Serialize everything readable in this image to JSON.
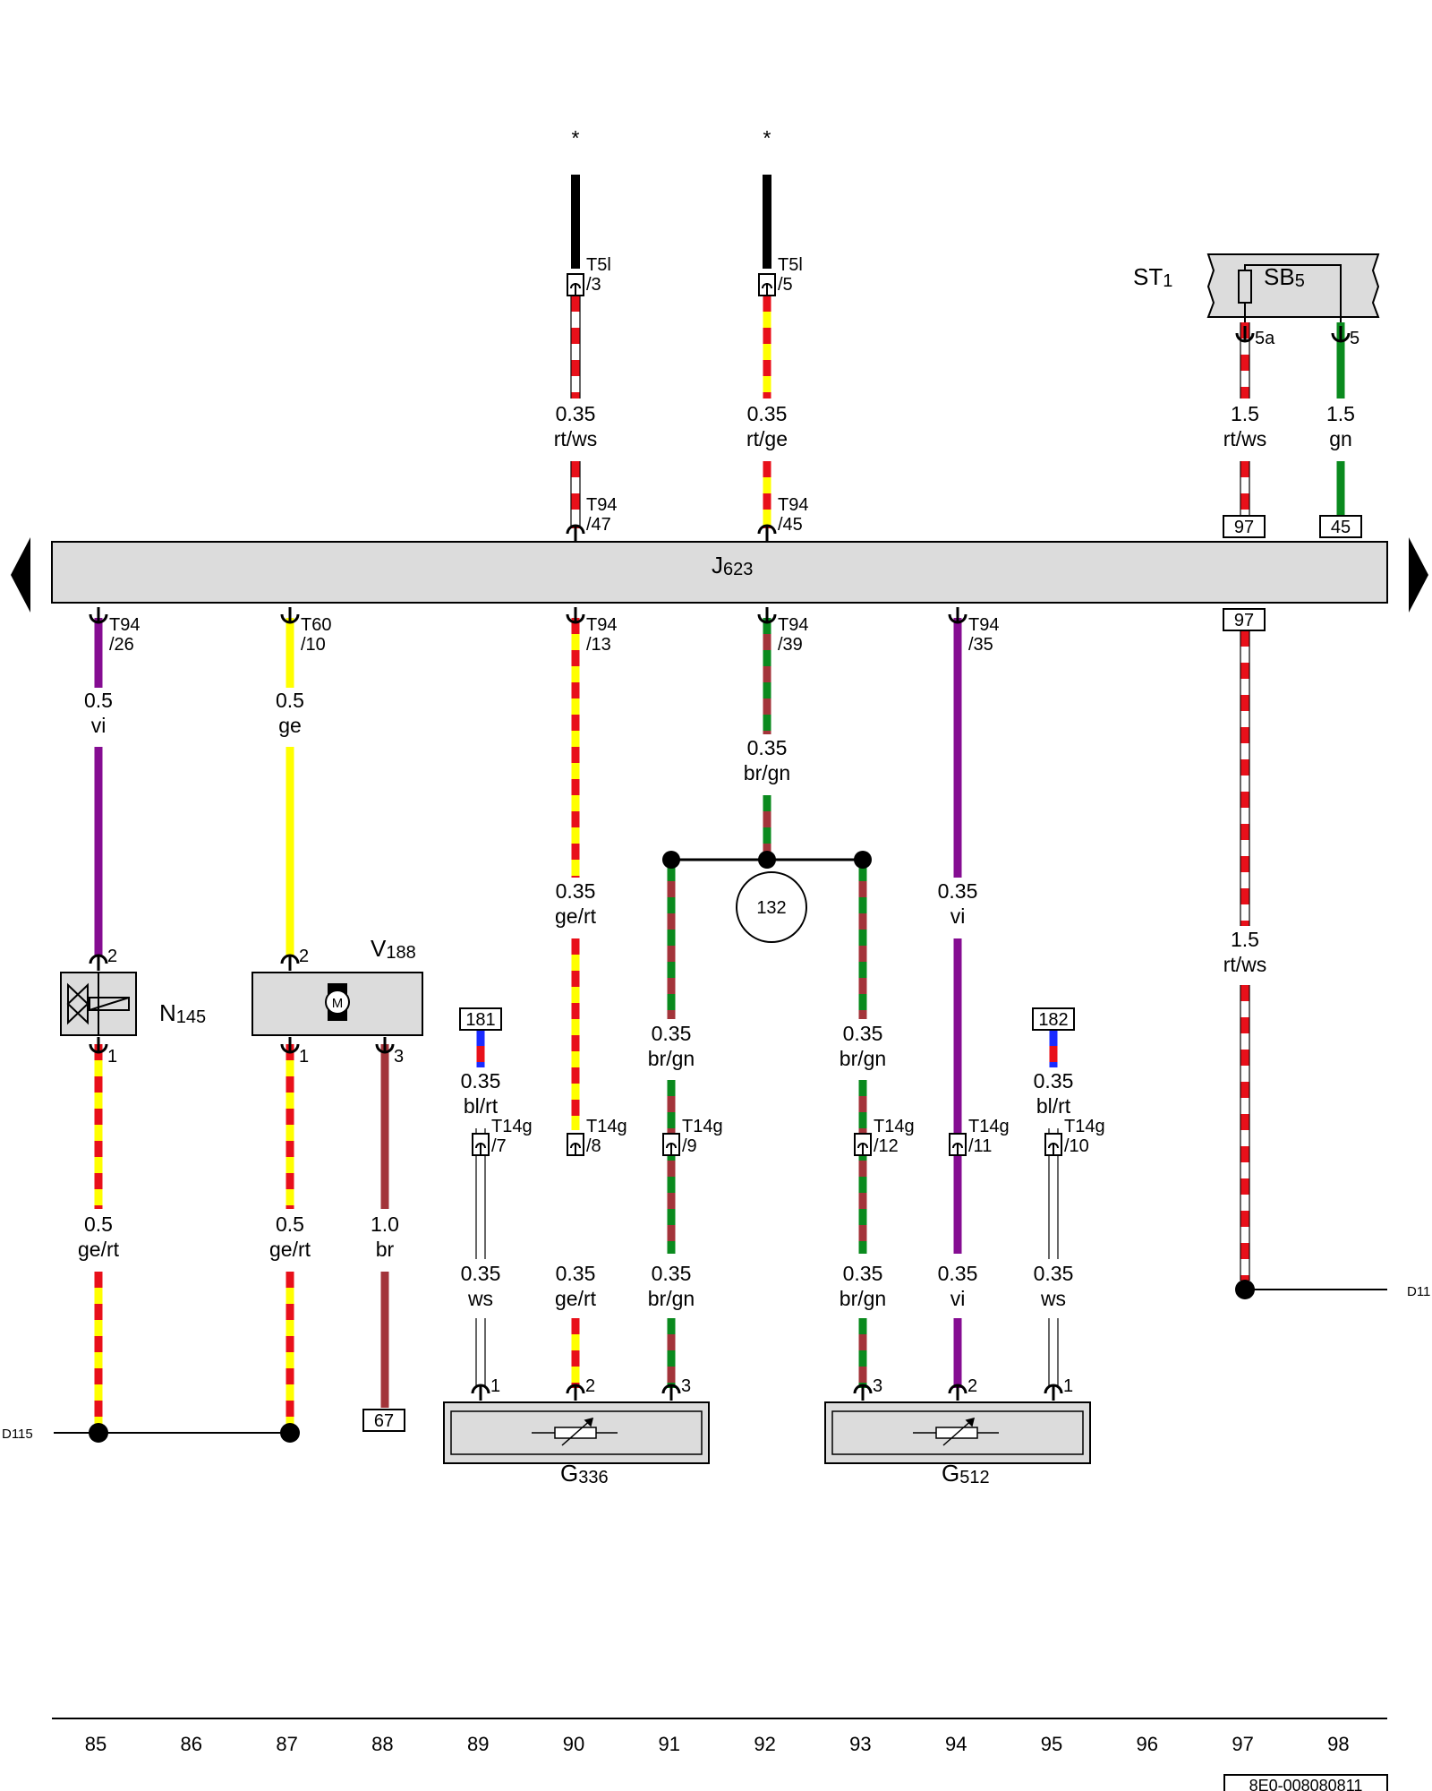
{
  "diagram_id": "8E0-008080811",
  "control_unit": {
    "name": "J",
    "sub": "623"
  },
  "relay_box": {
    "name": "ST",
    "sub": "1",
    "fuse_name": "SB",
    "fuse_sub": "5"
  },
  "components": {
    "n145": {
      "name": "N",
      "sub": "145"
    },
    "v188": {
      "name": "V",
      "sub": "188",
      "motor": "M"
    },
    "g336": {
      "name": "G",
      "sub": "336"
    },
    "g512": {
      "name": "G",
      "sub": "512"
    },
    "junction": "132"
  },
  "refs": {
    "d115": "D115",
    "d11": "D11",
    "r67": "67",
    "r97a": "97",
    "r45": "45",
    "r97b": "97",
    "r181": "181",
    "r182": "182",
    "star1": "*",
    "star2": "*"
  },
  "connectors": {
    "t5l_3": [
      "T5l",
      "/3"
    ],
    "t5l_5": [
      "T5l",
      "/5"
    ],
    "t94_47": [
      "T94",
      "/47"
    ],
    "t94_45": [
      "T94",
      "/45"
    ],
    "t94_26": [
      "T94",
      "/26"
    ],
    "t60_10": [
      "T60",
      "/10"
    ],
    "t94_13": [
      "T94",
      "/13"
    ],
    "t94_39": [
      "T94",
      "/39"
    ],
    "t94_35": [
      "T94",
      "/35"
    ],
    "t14g_7": [
      "T14g",
      "/7"
    ],
    "t14g_8": [
      "T14g",
      "/8"
    ],
    "t14g_9": [
      "T14g",
      "/9"
    ],
    "t14g_12": [
      "T14g",
      "/12"
    ],
    "t14g_11": [
      "T14g",
      "/11"
    ],
    "t14g_10": [
      "T14g",
      "/10"
    ],
    "sb5a": "5a",
    "sb5": "5"
  },
  "pins": {
    "n145_top": "2",
    "n145_bot": "1",
    "v188_top": "2",
    "v188_bot1": "1",
    "v188_bot3": "3",
    "g336_1": "1",
    "g336_2": "2",
    "g336_3": "3",
    "g512_3": "3",
    "g512_2": "2",
    "g512_1": "1"
  },
  "wire_labels": {
    "w90_top": [
      "0.35",
      "rt/ws"
    ],
    "w92_top": [
      "0.35",
      "rt/ge"
    ],
    "w97_top": [
      "1.5",
      "rt/ws"
    ],
    "w98_top": [
      "1.5",
      "gn"
    ],
    "w85": [
      "0.5",
      "vi"
    ],
    "w87": [
      "0.5",
      "ge"
    ],
    "w90_mid": [
      "0.35",
      "ge/rt"
    ],
    "w92_mid": [
      "0.35",
      "br/gn"
    ],
    "w94_mid": [
      "0.35",
      "vi"
    ],
    "w97_mid": [
      "1.5",
      "rt/ws"
    ],
    "w91_mid": [
      "0.35",
      "br/gn"
    ],
    "w93_mid": [
      "0.35",
      "br/gn"
    ],
    "w89_181": [
      "0.35",
      "bl/rt"
    ],
    "w95_182": [
      "0.35",
      "bl/rt"
    ],
    "w85_low": [
      "0.5",
      "ge/rt"
    ],
    "w87_low": [
      "0.5",
      "ge/rt"
    ],
    "w88_low": [
      "1.0",
      "br"
    ],
    "w89_low": [
      "0.35",
      "ws"
    ],
    "w90_low": [
      "0.35",
      "ge/rt"
    ],
    "w91_low": [
      "0.35",
      "br/gn"
    ],
    "w93_low": [
      "0.35",
      "br/gn"
    ],
    "w94_low": [
      "0.35",
      "vi"
    ],
    "w95_low": [
      "0.35",
      "ws"
    ]
  },
  "columns": [
    "85",
    "86",
    "87",
    "88",
    "89",
    "90",
    "91",
    "92",
    "93",
    "94",
    "95",
    "96",
    "97",
    "98"
  ],
  "colors": {
    "rt": "#e8101a",
    "ws": "#ffffff",
    "ge": "#ffff00",
    "gn": "#0a8a1e",
    "br": "#a3343a",
    "vi": "#850d92",
    "bl": "#1a2bff",
    "sw": "#000000",
    "box": "#dcdcdc"
  }
}
